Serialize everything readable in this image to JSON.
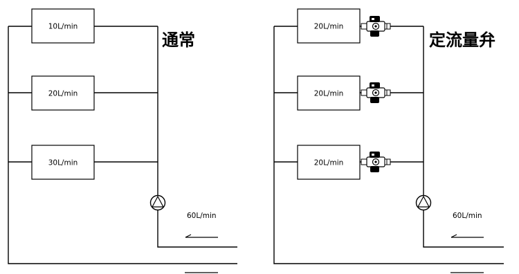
{
  "left": {
    "title": "通常",
    "boxes": [
      "10L/min",
      "20L/min",
      "30L/min"
    ],
    "flow_label": "60L/min"
  },
  "right": {
    "title": "定流量弁",
    "boxes": [
      "20L/min",
      "20L/min",
      "20L/min"
    ],
    "flow_label": "60L/min"
  },
  "icons": {
    "pump": "pump-icon",
    "valve": "constant-flow-valve-icon",
    "arrow": "flow-direction-arrow-icon"
  }
}
